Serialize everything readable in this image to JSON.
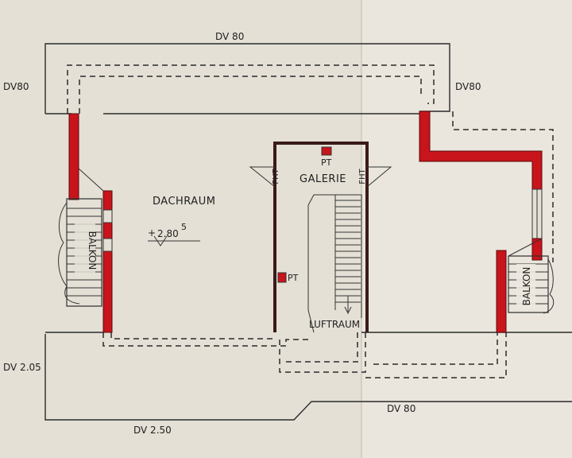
{
  "labels": {
    "dv80_top": "DV 80",
    "dv80_left": "DV80",
    "dv80_right": "DV80",
    "dachraum": "DACHRAUM",
    "level_value": "2.80",
    "level_sup": "5",
    "galerie": "GALERIE",
    "pt_top": "PT",
    "pt_side": "PT",
    "fht_left": "FHT",
    "fht_right": "FHT",
    "luftraum": "LUFTRAUM",
    "balkon_left": "BALKON",
    "balkon_right": "BALKON",
    "dv205": "DV 2.05",
    "dv80_bottom": "DV 80",
    "dv250": "DV 2.50"
  },
  "colors": {
    "paper": "#e4e0d6",
    "wall": "#c8141b",
    "ink": "#2a2a2a"
  }
}
